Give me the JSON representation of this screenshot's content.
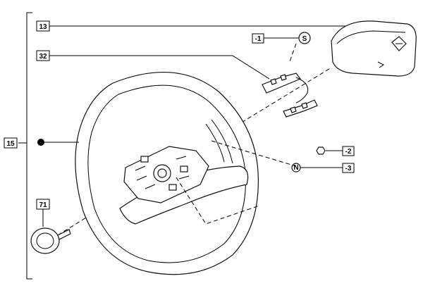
{
  "callouts": {
    "c13": "13",
    "c32": "32",
    "c15": "15",
    "c71": "71",
    "c1": "-1",
    "c2": "-2",
    "c3": "-3"
  },
  "icons": {
    "s_marker": "S",
    "n_marker": "N"
  }
}
